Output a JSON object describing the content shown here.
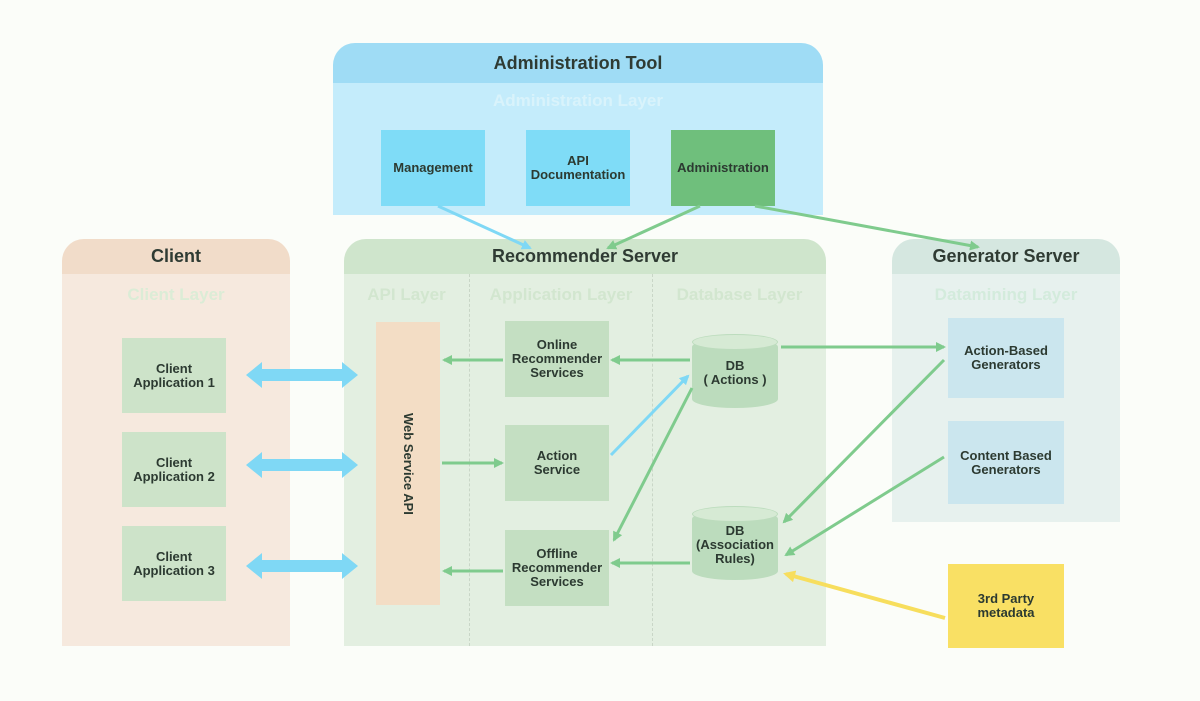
{
  "admin": {
    "title": "Administration Tool",
    "layer": "Administration Layer",
    "boxes": [
      "Management",
      "API\nDocumentation",
      "Administration"
    ]
  },
  "client": {
    "title": "Client",
    "layer": "Client Layer",
    "apps": [
      "Client\nApplication 1",
      "Client\nApplication 2",
      "Client\nApplication 3"
    ]
  },
  "recommender": {
    "title": "Recommender Server",
    "layers": [
      "API Layer",
      "Application Layer",
      "Database Layer"
    ],
    "api_box": "Web Service  API",
    "services": [
      "Online\nRecommender\nServices",
      "Action\nService",
      "Offline\nRecommender\nServices"
    ],
    "dbs": [
      "DB\n( Actions )",
      "DB\n(Association\nRules)"
    ]
  },
  "generator": {
    "title": "Generator Server",
    "layer": "Datamining Layer",
    "boxes": [
      "Action-Based\nGenerators",
      "Content Based\nGenerators"
    ]
  },
  "third_party": "3rd Party\nmetadata",
  "colors": {
    "admin_header": "#9fdcf5",
    "admin_body": "#c4ecfb",
    "admin_box": "#7fdcf7",
    "admin_accent": "#6fbf7c",
    "client_header": "#f1dcc9",
    "client_body": "#f6e9de",
    "client_box": "#cde3c9",
    "recommender_header": "#cfe5cc",
    "recommender_body": "#e3efe1",
    "recommender_box": "#c4dfc2",
    "api_box": "#f3ddc5",
    "generator_header": "#d5e7e0",
    "generator_body": "#e7f1ee",
    "generator_box": "#cbe6ee",
    "third_party": "#f9e064",
    "arrow_green": "#7fcb8d",
    "arrow_blue": "#7fd8f5",
    "arrow_yellow": "#f7de5d"
  }
}
